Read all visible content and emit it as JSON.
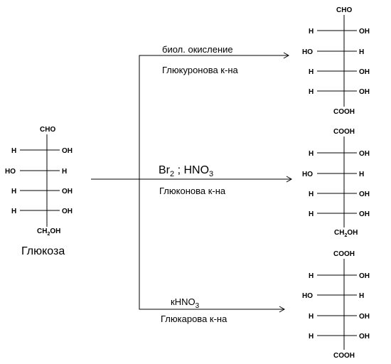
{
  "glucose": {
    "top": "CHO",
    "rows": [
      {
        "left": "H",
        "right": "OH"
      },
      {
        "left": "HO",
        "right": "H"
      },
      {
        "left": "H",
        "right": "OH"
      },
      {
        "left": "H",
        "right": "OH"
      }
    ],
    "bottom": "CH2OH",
    "bottom_main": "CH",
    "bottom_sub": "2",
    "bottom_tail": "OH",
    "name": "Глюкоза"
  },
  "reactions": [
    {
      "reagent": "биол. окисление",
      "product_name": "Глюкуронова к-на"
    },
    {
      "reagent": "Br2 ; HNO3",
      "reagent_parts": {
        "a": "Br",
        "a_sub": "2",
        "b": " ; HNO",
        "b_sub": "3"
      },
      "product_name": "Глюконова к-на"
    },
    {
      "reagent": "кHNO3",
      "reagent_parts": {
        "a": "кHNO",
        "a_sub": "3"
      },
      "product_name": "Глюкарова к-на"
    }
  ],
  "products": [
    {
      "top": "CHO",
      "rows": [
        {
          "left": "H",
          "right": "OH"
        },
        {
          "left": "HO",
          "right": "H"
        },
        {
          "left": "H",
          "right": "OH"
        },
        {
          "left": "H",
          "right": "OH"
        }
      ],
      "bottom": "COOH"
    },
    {
      "top": "COOH",
      "rows": [
        {
          "left": "H",
          "right": "OH"
        },
        {
          "left": "HO",
          "right": "H"
        },
        {
          "left": "H",
          "right": "OH"
        },
        {
          "left": "H",
          "right": "OH"
        }
      ],
      "bottom": "CH2OH",
      "bottom_main": "CH",
      "bottom_sub": "2",
      "bottom_tail": "OH"
    },
    {
      "top": "COOH",
      "rows": [
        {
          "left": "H",
          "right": "OH"
        },
        {
          "left": "HO",
          "right": "H"
        },
        {
          "left": "H",
          "right": "OH"
        },
        {
          "left": "H",
          "right": "OH"
        }
      ],
      "bottom": "COOH"
    }
  ]
}
